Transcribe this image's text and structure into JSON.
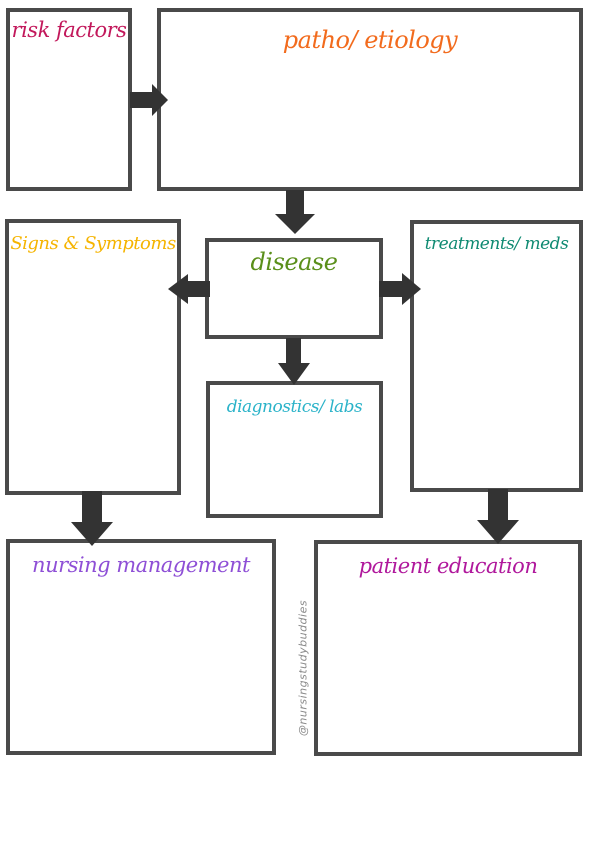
{
  "boxes": {
    "risk_factors": {
      "title": "risk factors",
      "color": "#c2185b"
    },
    "patho": {
      "title": "patho/ etiology",
      "color": "#f26b1d"
    },
    "signs": {
      "title": "Signs & Symptoms",
      "color": "#f5b400"
    },
    "disease": {
      "title": "disease",
      "color": "#5a8f1a"
    },
    "treatments": {
      "title": "treatments/ meds",
      "color": "#0f8a72"
    },
    "diagnostics": {
      "title": "diagnostics/ labs",
      "color": "#2bb3c9"
    },
    "nursing": {
      "title": "nursing management",
      "color": "#8e4fd6"
    },
    "education": {
      "title": "patient education",
      "color": "#b0189c"
    }
  },
  "watermark": "@nursingstudybuddies",
  "border_color": "#4a4a4a",
  "arrow_color": "#333333"
}
